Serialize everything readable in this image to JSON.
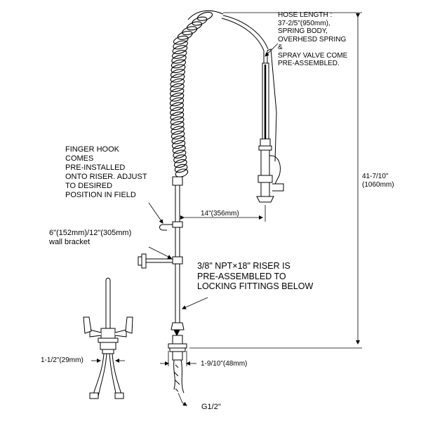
{
  "annotations": {
    "hose_length": [
      "HOSE LENGTH :",
      "37-2/5\"(950mm),",
      "SPRING BODY,",
      "OVERHESD SPRING",
      "&",
      "SPRAY VALVE COME",
      "PRE-ASSEMBLED."
    ],
    "finger_hook": [
      "FINGER HOOK",
      "COMES",
      "PRE-INSTALLED",
      "ONTO RISER. ADJUST",
      "TO DESIRED",
      "POSITION IN FIELD"
    ],
    "wall_bracket": [
      "6\"(152mm)/12\"(305mm)",
      "wall bracket"
    ],
    "riser": [
      "3/8\" NPT×18\" RISER IS",
      "PRE-ASSEMBLED TO",
      "LOCKING FITTINGS BELOW"
    ]
  },
  "dimensions": {
    "reach": "14\"(356mm)",
    "total_height": [
      "41-7/10\"",
      "(1060mm)"
    ],
    "faucet_center": "1-1/2\"(29mm)",
    "base_width": "1-9/10\"(48mm)",
    "connection": "G1/2\""
  }
}
